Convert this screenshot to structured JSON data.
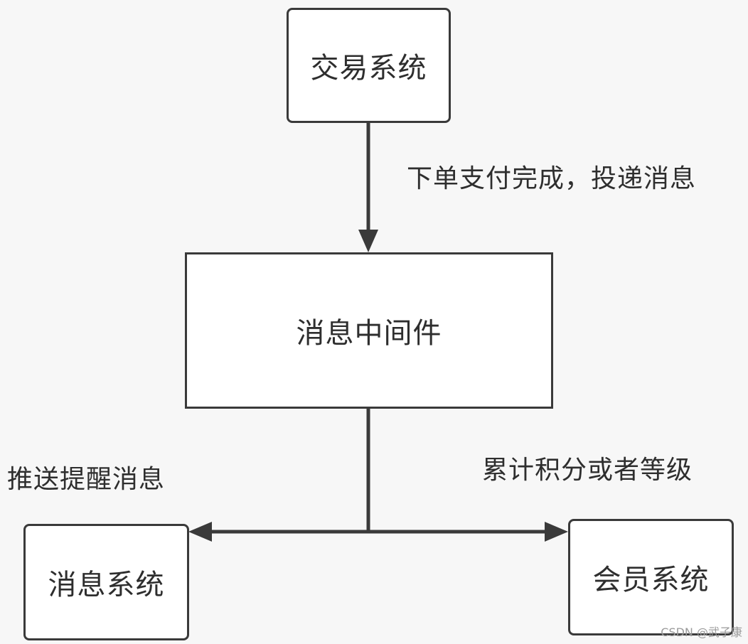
{
  "nodes": {
    "trade_system": "交易系统",
    "middleware": "消息中间件",
    "message_system": "消息系统",
    "member_system": "会员系统"
  },
  "edge_labels": {
    "order_paid": "下单支付完成，投递消息",
    "push_reminder": "推送提醒消息",
    "accumulate_points": "累计积分或者等级"
  },
  "watermark": "CSDN @武子康",
  "colors": {
    "background": "#f7f7f7",
    "node_fill": "#ffffff",
    "stroke": "#3a3a3a",
    "text": "#2e2e2e"
  }
}
